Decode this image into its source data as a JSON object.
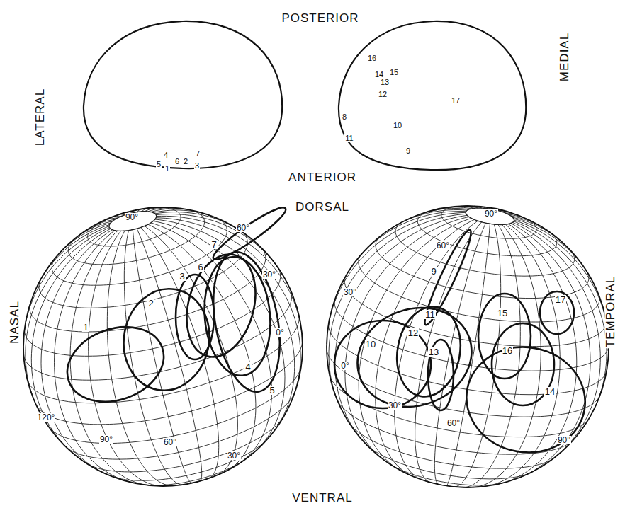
{
  "diagram": {
    "labels": [
      "POSTERIOR",
      "LATERAL",
      "MEDIAL",
      "ANTERIOR",
      "5",
      "4",
      "1",
      "6",
      "2",
      "7",
      "3",
      "16",
      "14",
      "15",
      "13",
      "12",
      "17",
      "8",
      "10",
      "11",
      "9",
      "DORSAL",
      "NASAL",
      "TEMPORAL",
      "VENTRAL",
      "1",
      "2",
      "3",
      "4",
      "5",
      "6",
      "7",
      "9",
      "10",
      "11",
      "12",
      "13",
      "14",
      "15",
      "16",
      "17",
      "90°",
      "60°",
      "30°",
      "0°",
      "120°",
      "90°",
      "60°",
      "30°",
      "90°",
      "60°",
      "30°",
      "0°",
      "30°",
      "60°",
      "90°"
    ]
  }
}
